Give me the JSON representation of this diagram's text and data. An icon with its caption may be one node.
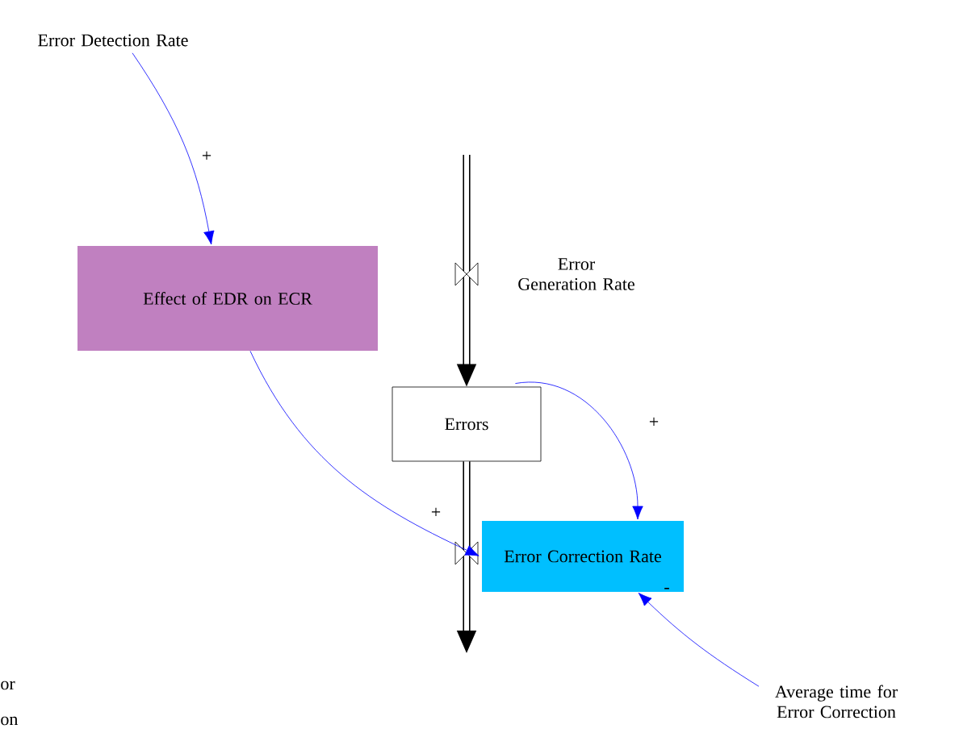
{
  "diagram": {
    "nodes": [
      {
        "text": [
          "Error Detection Rate"
        ]
      },
      {
        "text": [
          "Effect of EDR on ECR"
        ]
      },
      {
        "text": [
          "Errors"
        ]
      },
      {
        "text": [
          "Error Correction Rate"
        ]
      },
      {
        "text": [
          "Average time for Error Correction"
        ]
      }
    ],
    "edges": [
      {
        "from": 0,
        "to": 1,
        "arrow": "to",
        "label": "+",
        "color": "#0000ff"
      },
      {
        "from": 1,
        "to": 3,
        "arrow": "to",
        "label": "+",
        "color": "#0000ff"
      },
      {
        "from": 2,
        "to": 3,
        "arrow": "to",
        "label": "+",
        "color": "#0000ff"
      },
      {
        "from": 4,
        "to": 3,
        "arrow": "to",
        "label": "-",
        "color": "#0000ff"
      },
      {
        "from": null,
        "to": 2,
        "arrow": "to",
        "label": "Error Generation Rate",
        "style": "thick",
        "color": "#000000"
      },
      {
        "from": 2,
        "to": null,
        "arrow": "to",
        "style": "thick",
        "color": "#000000"
      }
    ],
    "labels": [
      "or",
      "on"
    ]
  }
}
